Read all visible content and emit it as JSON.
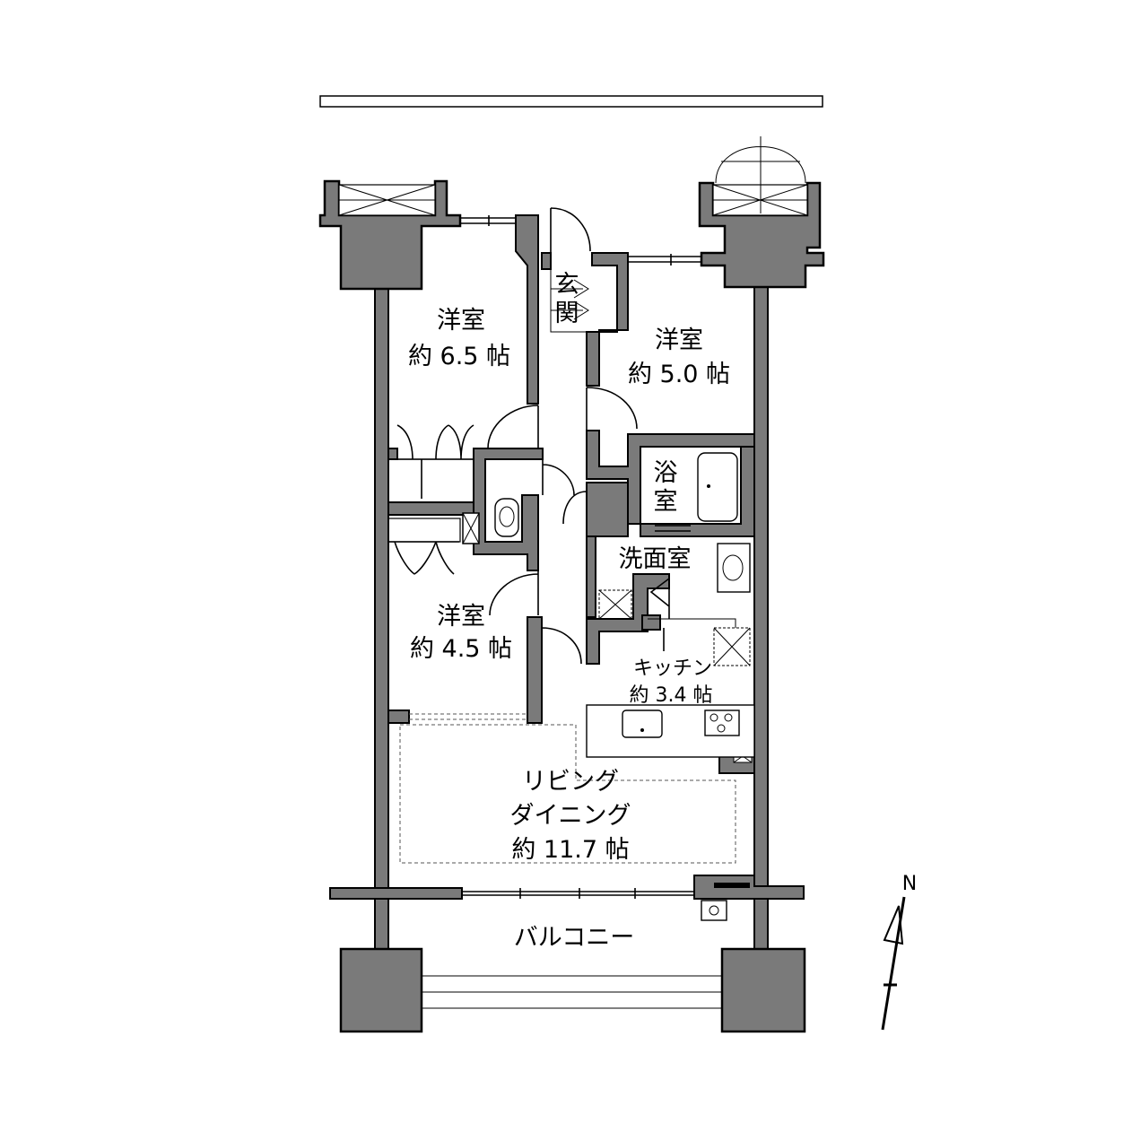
{
  "rooms": {
    "western1": {
      "name": "洋室",
      "area": "約 6.5 帖"
    },
    "western2": {
      "name": "洋室",
      "area": "約 5.0 帖"
    },
    "western3": {
      "name": "洋室",
      "area": "約 4.5 帖"
    },
    "entrance": {
      "line1": "玄",
      "line2": "関"
    },
    "bath": {
      "line1": "浴",
      "line2": "室"
    },
    "washroom": {
      "name": "洗面室"
    },
    "kitchen": {
      "name": "キッチン",
      "area": "約 3.4 帖"
    },
    "living": {
      "line1": "リビング",
      "line2": "ダイニング",
      "area": "約 11.7 帖"
    },
    "balcony": {
      "name": "バルコニー"
    }
  },
  "compass": {
    "label": "N"
  }
}
